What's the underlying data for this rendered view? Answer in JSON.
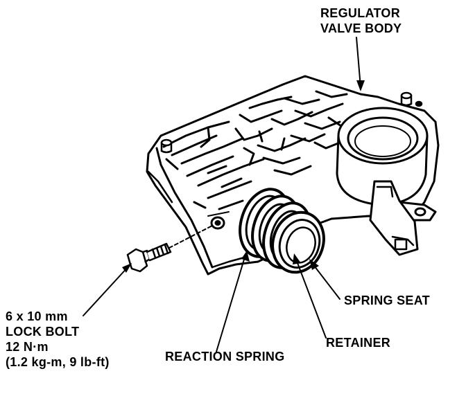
{
  "labels": {
    "regulator_valve_body": [
      "REGULATOR",
      "VALVE BODY"
    ],
    "spring_seat": "SPRING SEAT",
    "retainer": "RETAINER",
    "reaction_spring": "REACTION SPRING",
    "lock_bolt": [
      "6 x 10 mm",
      "LOCK BOLT",
      "12 N·m",
      "(1.2 kg-m, 9 lb-ft)"
    ]
  },
  "colors": {
    "ink": "#000000",
    "paper": "#ffffff"
  }
}
